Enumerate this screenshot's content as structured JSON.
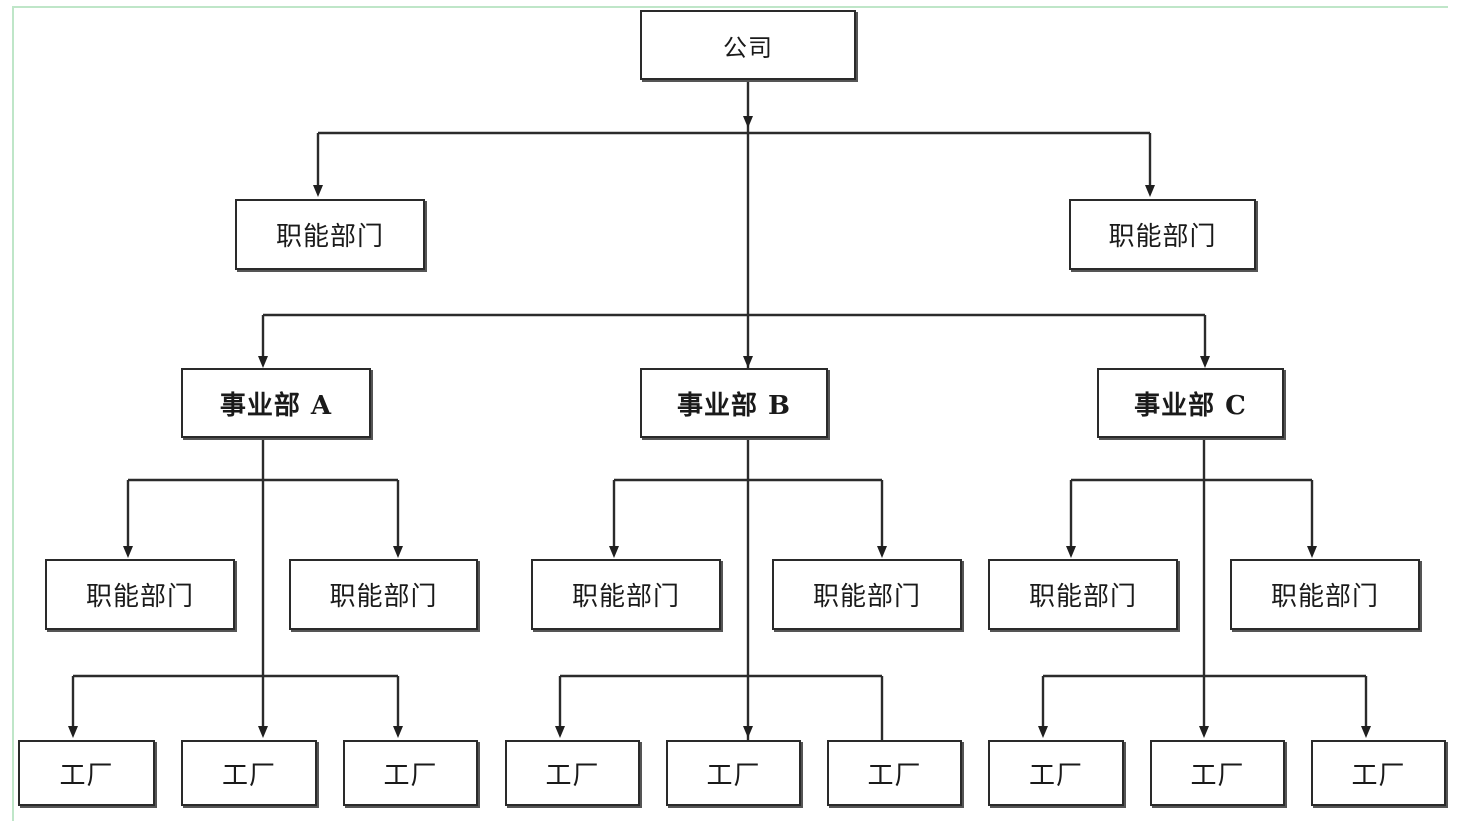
{
  "nodes": {
    "company": "公司",
    "hq_functional_left": "职能部门",
    "hq_functional_right": "职能部门",
    "division_a": "事业部 A",
    "division_b": "事业部 B",
    "division_c": "事业部 C",
    "a_functional_1": "职能部门",
    "a_functional_2": "职能部门",
    "b_functional_1": "职能部门",
    "b_functional_2": "职能部门",
    "c_functional_1": "职能部门",
    "c_functional_2": "职能部门",
    "a_factory_1": "工厂",
    "a_factory_2": "工厂",
    "a_factory_3": "工厂",
    "b_factory_1": "工厂",
    "b_factory_2": "工厂",
    "b_factory_3": "工厂",
    "c_factory_1": "工厂",
    "c_factory_2": "工厂",
    "c_factory_3": "工厂"
  }
}
